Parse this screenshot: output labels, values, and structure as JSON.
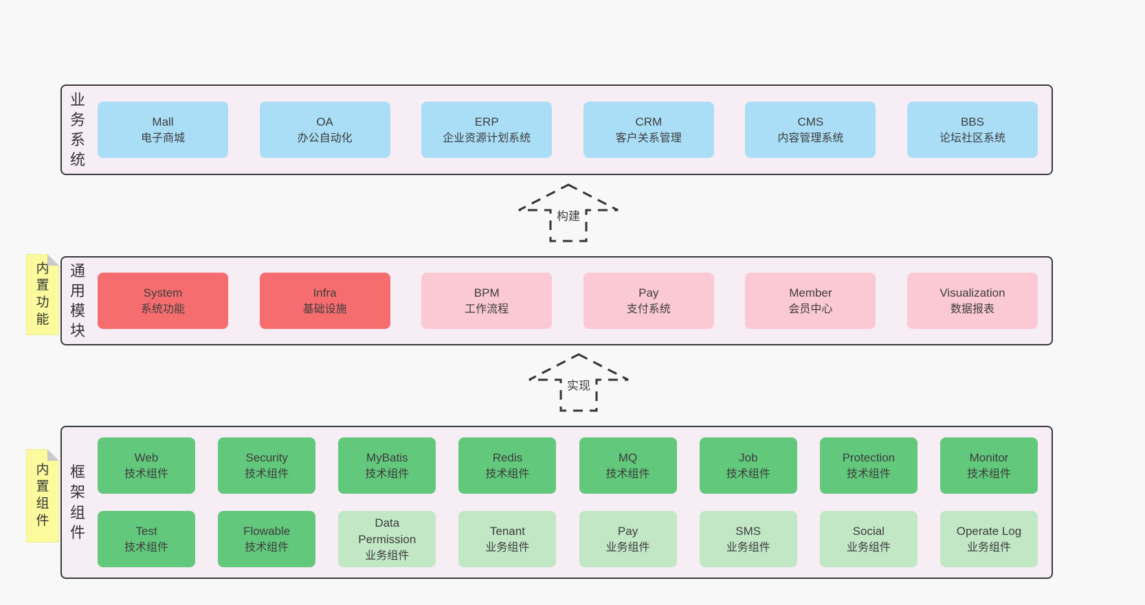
{
  "colors": {
    "page_bg": "#f8f8f8",
    "band_bg": "#f7edf5",
    "band_border": "#3a3a3a",
    "blue_box": "#aadef7",
    "red_box": "#f66d6f",
    "pink_box": "#fbc9d3",
    "green_box": "#62c87c",
    "light_green_box": "#c1e7c5",
    "note_bg": "#fbfb9d",
    "note_fold": "#c9c9c9",
    "text": "#3d3d3d"
  },
  "arrows": [
    {
      "label": "构建"
    },
    {
      "label": "实现"
    }
  ],
  "bands": [
    {
      "id": "business-systems",
      "label": "业务系统",
      "rows": [
        [
          {
            "title": "Mall",
            "subtitle": "电子商城"
          },
          {
            "title": "OA",
            "subtitle": "办公自动化"
          },
          {
            "title": "ERP",
            "subtitle": "企业资源计划系统"
          },
          {
            "title": "CRM",
            "subtitle": "客户关系管理"
          },
          {
            "title": "CMS",
            "subtitle": "内容管理系统"
          },
          {
            "title": "BBS",
            "subtitle": "论坛社区系统"
          }
        ]
      ]
    },
    {
      "id": "common-modules",
      "label": "通用模块",
      "note": "内置功能",
      "rows": [
        [
          {
            "title": "System",
            "subtitle": "系统功能"
          },
          {
            "title": "Infra",
            "subtitle": "基础设施"
          },
          {
            "title": "BPM",
            "subtitle": "工作流程"
          },
          {
            "title": "Pay",
            "subtitle": "支付系统"
          },
          {
            "title": "Member",
            "subtitle": "会员中心"
          },
          {
            "title": "Visualization",
            "subtitle": "数据报表"
          }
        ]
      ]
    },
    {
      "id": "framework-components",
      "label": "框架组件",
      "note": "内置组件",
      "rows": [
        [
          {
            "title": "Web",
            "subtitle": "技术组件"
          },
          {
            "title": "Security",
            "subtitle": "技术组件"
          },
          {
            "title": "MyBatis",
            "subtitle": "技术组件"
          },
          {
            "title": "Redis",
            "subtitle": "技术组件"
          },
          {
            "title": "MQ",
            "subtitle": "技术组件"
          },
          {
            "title": "Job",
            "subtitle": "技术组件"
          },
          {
            "title": "Protection",
            "subtitle": "技术组件"
          },
          {
            "title": "Monitor",
            "subtitle": "技术组件"
          }
        ],
        [
          {
            "title": "Test",
            "subtitle": "技术组件"
          },
          {
            "title": "Flowable",
            "subtitle": "技术组件"
          },
          {
            "title": "Data Permission",
            "subtitle": "业务组件"
          },
          {
            "title": "Tenant",
            "subtitle": "业务组件"
          },
          {
            "title": "Pay",
            "subtitle": "业务组件"
          },
          {
            "title": "SMS",
            "subtitle": "业务组件"
          },
          {
            "title": "Social",
            "subtitle": "业务组件"
          },
          {
            "title": "Operate Log",
            "subtitle": "业务组件"
          }
        ]
      ]
    }
  ]
}
